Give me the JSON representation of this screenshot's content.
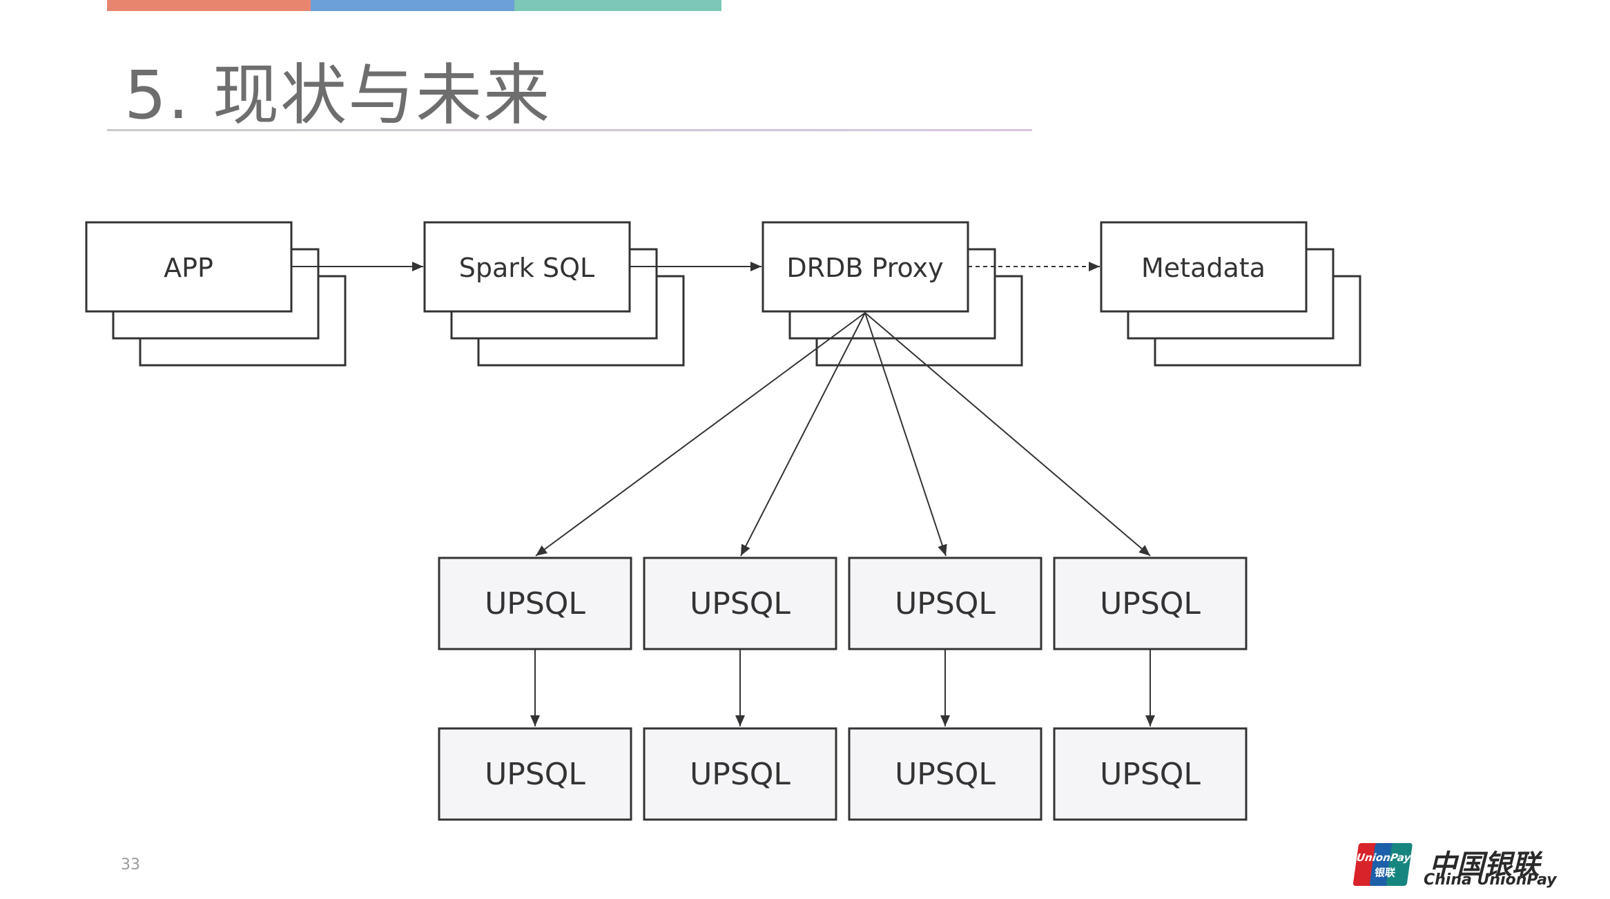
{
  "header": {
    "accent_colors": [
      "#e8856f",
      "#6ba0d8",
      "#7cc7b5"
    ],
    "title": "5. 现状与未来"
  },
  "diagram": {
    "top_row": [
      {
        "label": "APP"
      },
      {
        "label": "Spark SQL"
      },
      {
        "label": "DRDB Proxy"
      },
      {
        "label": "Metadata"
      }
    ],
    "upsql_row1": [
      "UPSQL",
      "UPSQL",
      "UPSQL",
      "UPSQL"
    ],
    "upsql_row2": [
      "UPSQL",
      "UPSQL",
      "UPSQL",
      "UPSQL"
    ]
  },
  "footer": {
    "page_number": "33",
    "logo": {
      "badge_text_en": "UnionPay",
      "badge_text_cn": "银联",
      "name_cn": "中国银联",
      "name_en": "China UnionPay"
    }
  }
}
